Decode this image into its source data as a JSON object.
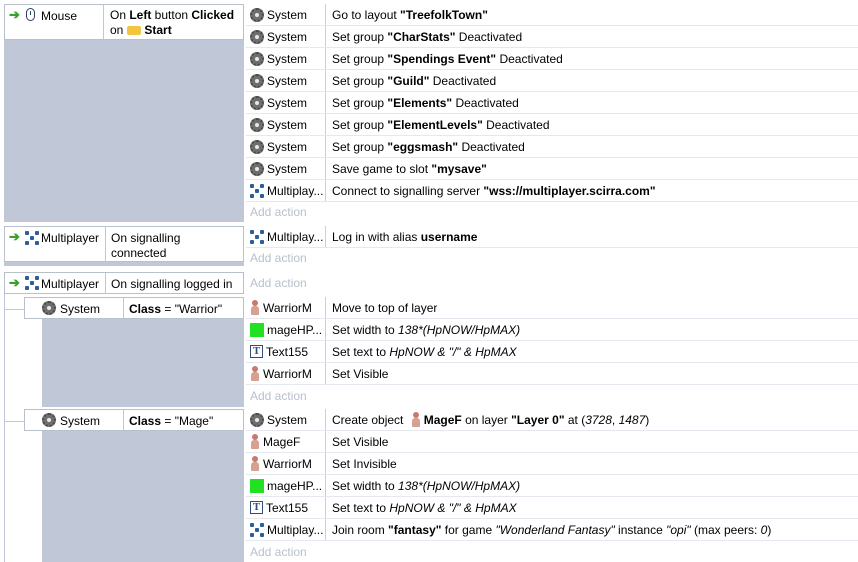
{
  "events": [
    {
      "condition": {
        "arrow": "➔",
        "icon": "mouse-icon",
        "object": "Mouse",
        "parts": [
          [
            "On ",
            ""
          ],
          [
            "Left",
            "b"
          ],
          [
            " button ",
            ""
          ],
          [
            "Clicked",
            "b"
          ],
          [
            "\non",
            ""
          ],
          [
            "folder",
            "icon"
          ],
          [
            "Start",
            "b"
          ]
        ]
      },
      "actions": [
        {
          "icon": "gear",
          "object": "System",
          "parts": [
            [
              "Go to layout ",
              ""
            ],
            [
              "\"TreefolkTown\"",
              "b"
            ]
          ]
        },
        {
          "icon": "gear",
          "object": "System",
          "parts": [
            [
              "Set group ",
              ""
            ],
            [
              "\"CharStats\"",
              "b"
            ],
            [
              " Deactivated",
              ""
            ]
          ]
        },
        {
          "icon": "gear",
          "object": "System",
          "parts": [
            [
              "Set group ",
              ""
            ],
            [
              "\"Spendings Event\"",
              "b"
            ],
            [
              " Deactivated",
              ""
            ]
          ]
        },
        {
          "icon": "gear",
          "object": "System",
          "parts": [
            [
              "Set group ",
              ""
            ],
            [
              "\"Guild\"",
              "b"
            ],
            [
              " Deactivated",
              ""
            ]
          ]
        },
        {
          "icon": "gear",
          "object": "System",
          "parts": [
            [
              "Set group ",
              ""
            ],
            [
              "\"Elements\"",
              "b"
            ],
            [
              " Deactivated",
              ""
            ]
          ]
        },
        {
          "icon": "gear",
          "object": "System",
          "parts": [
            [
              "Set group ",
              ""
            ],
            [
              "\"ElementLevels\"",
              "b"
            ],
            [
              " Deactivated",
              ""
            ]
          ]
        },
        {
          "icon": "gear",
          "object": "System",
          "parts": [
            [
              "Set group ",
              ""
            ],
            [
              "\"eggsmash\"",
              "b"
            ],
            [
              " Deactivated",
              ""
            ]
          ]
        },
        {
          "icon": "gear",
          "object": "System",
          "parts": [
            [
              "Save game to slot ",
              ""
            ],
            [
              "\"mysave\"",
              "b"
            ]
          ]
        },
        {
          "icon": "mp",
          "object": "Multiplay...",
          "parts": [
            [
              "Connect to signalling server ",
              ""
            ],
            [
              "\"wss://multiplayer.scirra.com\"",
              "b"
            ]
          ]
        }
      ],
      "add_action": "Add action"
    },
    {
      "condition": {
        "arrow": "➔",
        "icon": "multiplayer-icon",
        "object": "Multiplayer",
        "parts": [
          [
            "On signalling\nconnected",
            ""
          ]
        ]
      },
      "actions": [
        {
          "icon": "mp",
          "object": "Multiplay...",
          "parts": [
            [
              "Log in with alias ",
              ""
            ],
            [
              "username",
              "b"
            ]
          ]
        }
      ],
      "add_action": "Add action"
    },
    {
      "condition": {
        "arrow": "➔",
        "icon": "multiplayer-icon",
        "object": "Multiplayer",
        "parts": [
          [
            "On signalling logged in",
            ""
          ]
        ]
      },
      "actions": [],
      "add_action": "Add action"
    }
  ],
  "subevents": [
    {
      "condition": {
        "icon": "gear-icon",
        "object": "System",
        "parts": [
          [
            "Class",
            "b"
          ],
          [
            " = \"Warrior\"",
            ""
          ]
        ]
      },
      "actions": [
        {
          "icon": "sprite",
          "object": "WarriorM",
          "parts": [
            [
              "Move to top of layer",
              ""
            ]
          ]
        },
        {
          "icon": "green",
          "object": "mageHP...",
          "parts": [
            [
              "Set width to ",
              ""
            ],
            [
              "138*(HpNOW/HpMAX)",
              "i"
            ]
          ]
        },
        {
          "icon": "text",
          "object": "Text155",
          "parts": [
            [
              "Set text to ",
              ""
            ],
            [
              "HpNOW & \"/\" & HpMAX",
              "i"
            ]
          ]
        },
        {
          "icon": "sprite",
          "object": "WarriorM",
          "parts": [
            [
              "Set Visible",
              ""
            ]
          ]
        }
      ],
      "add_action": "Add action"
    },
    {
      "condition": {
        "icon": "gear-icon",
        "object": "System",
        "parts": [
          [
            "Class",
            "b"
          ],
          [
            " = \"Mage\"",
            ""
          ]
        ]
      },
      "actions": [
        {
          "icon": "gear",
          "object": "System",
          "parts": [
            [
              "Create object ",
              ""
            ],
            [
              "sprite",
              "icon"
            ],
            [
              "MageF",
              "b"
            ],
            [
              " on layer ",
              ""
            ],
            [
              "\"Layer 0\"",
              "b"
            ],
            [
              " at (",
              ""
            ],
            [
              "3728",
              "i"
            ],
            [
              ", ",
              ""
            ],
            [
              "1487",
              "i"
            ],
            [
              ")",
              ""
            ]
          ]
        },
        {
          "icon": "sprite",
          "object": "MageF",
          "parts": [
            [
              "Set Visible",
              ""
            ]
          ]
        },
        {
          "icon": "sprite",
          "object": "WarriorM",
          "parts": [
            [
              "Set Invisible",
              ""
            ]
          ]
        },
        {
          "icon": "green",
          "object": "mageHP...",
          "parts": [
            [
              "Set width to ",
              ""
            ],
            [
              "138*(HpNOW/HpMAX)",
              "i"
            ]
          ]
        },
        {
          "icon": "text",
          "object": "Text155",
          "parts": [
            [
              "Set text to ",
              ""
            ],
            [
              "HpNOW & \"/\" & HpMAX",
              "i"
            ]
          ]
        },
        {
          "icon": "mp",
          "object": "Multiplay...",
          "parts": [
            [
              "Join room ",
              ""
            ],
            [
              "\"fantasy\"",
              "b"
            ],
            [
              " for game ",
              ""
            ],
            [
              "\"Wonderland Fantasy\"",
              "i"
            ],
            [
              " instance ",
              ""
            ],
            [
              "\"opi\"",
              "i"
            ],
            [
              " (max peers: ",
              ""
            ],
            [
              "0",
              "i"
            ],
            [
              ")",
              ""
            ]
          ]
        }
      ],
      "add_action": "Add action"
    }
  ],
  "colors": {
    "block_bg": "#c0c8d8",
    "add_action": "#b8c0cc",
    "arrow": "#3aa02a",
    "green_swatch": "#22e022"
  }
}
